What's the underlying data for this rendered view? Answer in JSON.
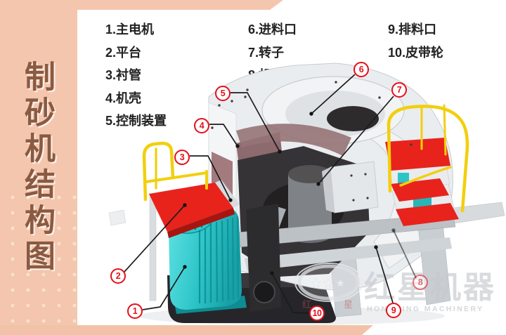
{
  "page": {
    "side_title": "制砂机结构图"
  },
  "colors": {
    "background_pink": "#f4c6ae",
    "dot_pink": "#fadfce",
    "title_brown": "#8a5a41",
    "accent_red": "#e50f1a",
    "platform_red": "#e8231c",
    "motor_cyan": "#2cc4c7",
    "railing_yellow": "#f2cf0e",
    "liner_mauve": "#a37b7f",
    "steel_gray": "#bcc1c6"
  },
  "legend": {
    "items": [
      "1.主电机",
      "2.平台",
      "3.衬管",
      "4.机壳",
      "5.控制装置",
      "6.进料口",
      "7.转子",
      "8.机架",
      "9.排料口",
      "10.皮带轮"
    ]
  },
  "callouts": {
    "numbers": [
      "1",
      "2",
      "3",
      "4",
      "5",
      "6",
      "7",
      "8",
      "9",
      "10"
    ]
  },
  "watermark": {
    "stars": "★★★",
    "logo_cn": "红星机器",
    "logo_en": "HONGXING MACHINERY",
    "stamp_cn_1": "红",
    "stamp_cn_2": "星"
  }
}
